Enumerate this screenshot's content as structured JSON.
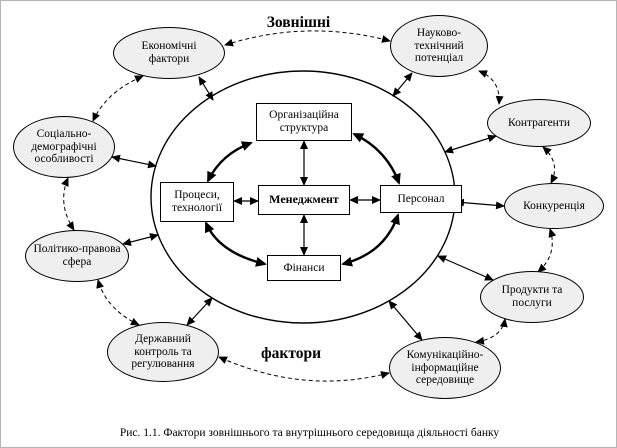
{
  "title_top": "Зовнішні",
  "title_bottom": "фактори",
  "caption": "Рис. 1.1. Фактори зовнішнього та внутрішнього середовища діяльності банку",
  "internal": {
    "management": "Менеджмент",
    "org_structure": "Організаційна структура",
    "processes": "Процеси, технології",
    "personnel": "Персонал",
    "finance": "Фінанси"
  },
  "external": [
    {
      "label": "Економічні фактори"
    },
    {
      "label": "Науково-технічний потенціал"
    },
    {
      "label": "Контрагенти"
    },
    {
      "label": "Конкуренція"
    },
    {
      "label": "Продукти та послуги"
    },
    {
      "label": "Комунікаційно-інформаційне середовище"
    },
    {
      "label": "Державний контроль та регулювання"
    },
    {
      "label": "Політико-правова сфера"
    },
    {
      "label": "Соціально-демографічні особливості"
    }
  ]
}
